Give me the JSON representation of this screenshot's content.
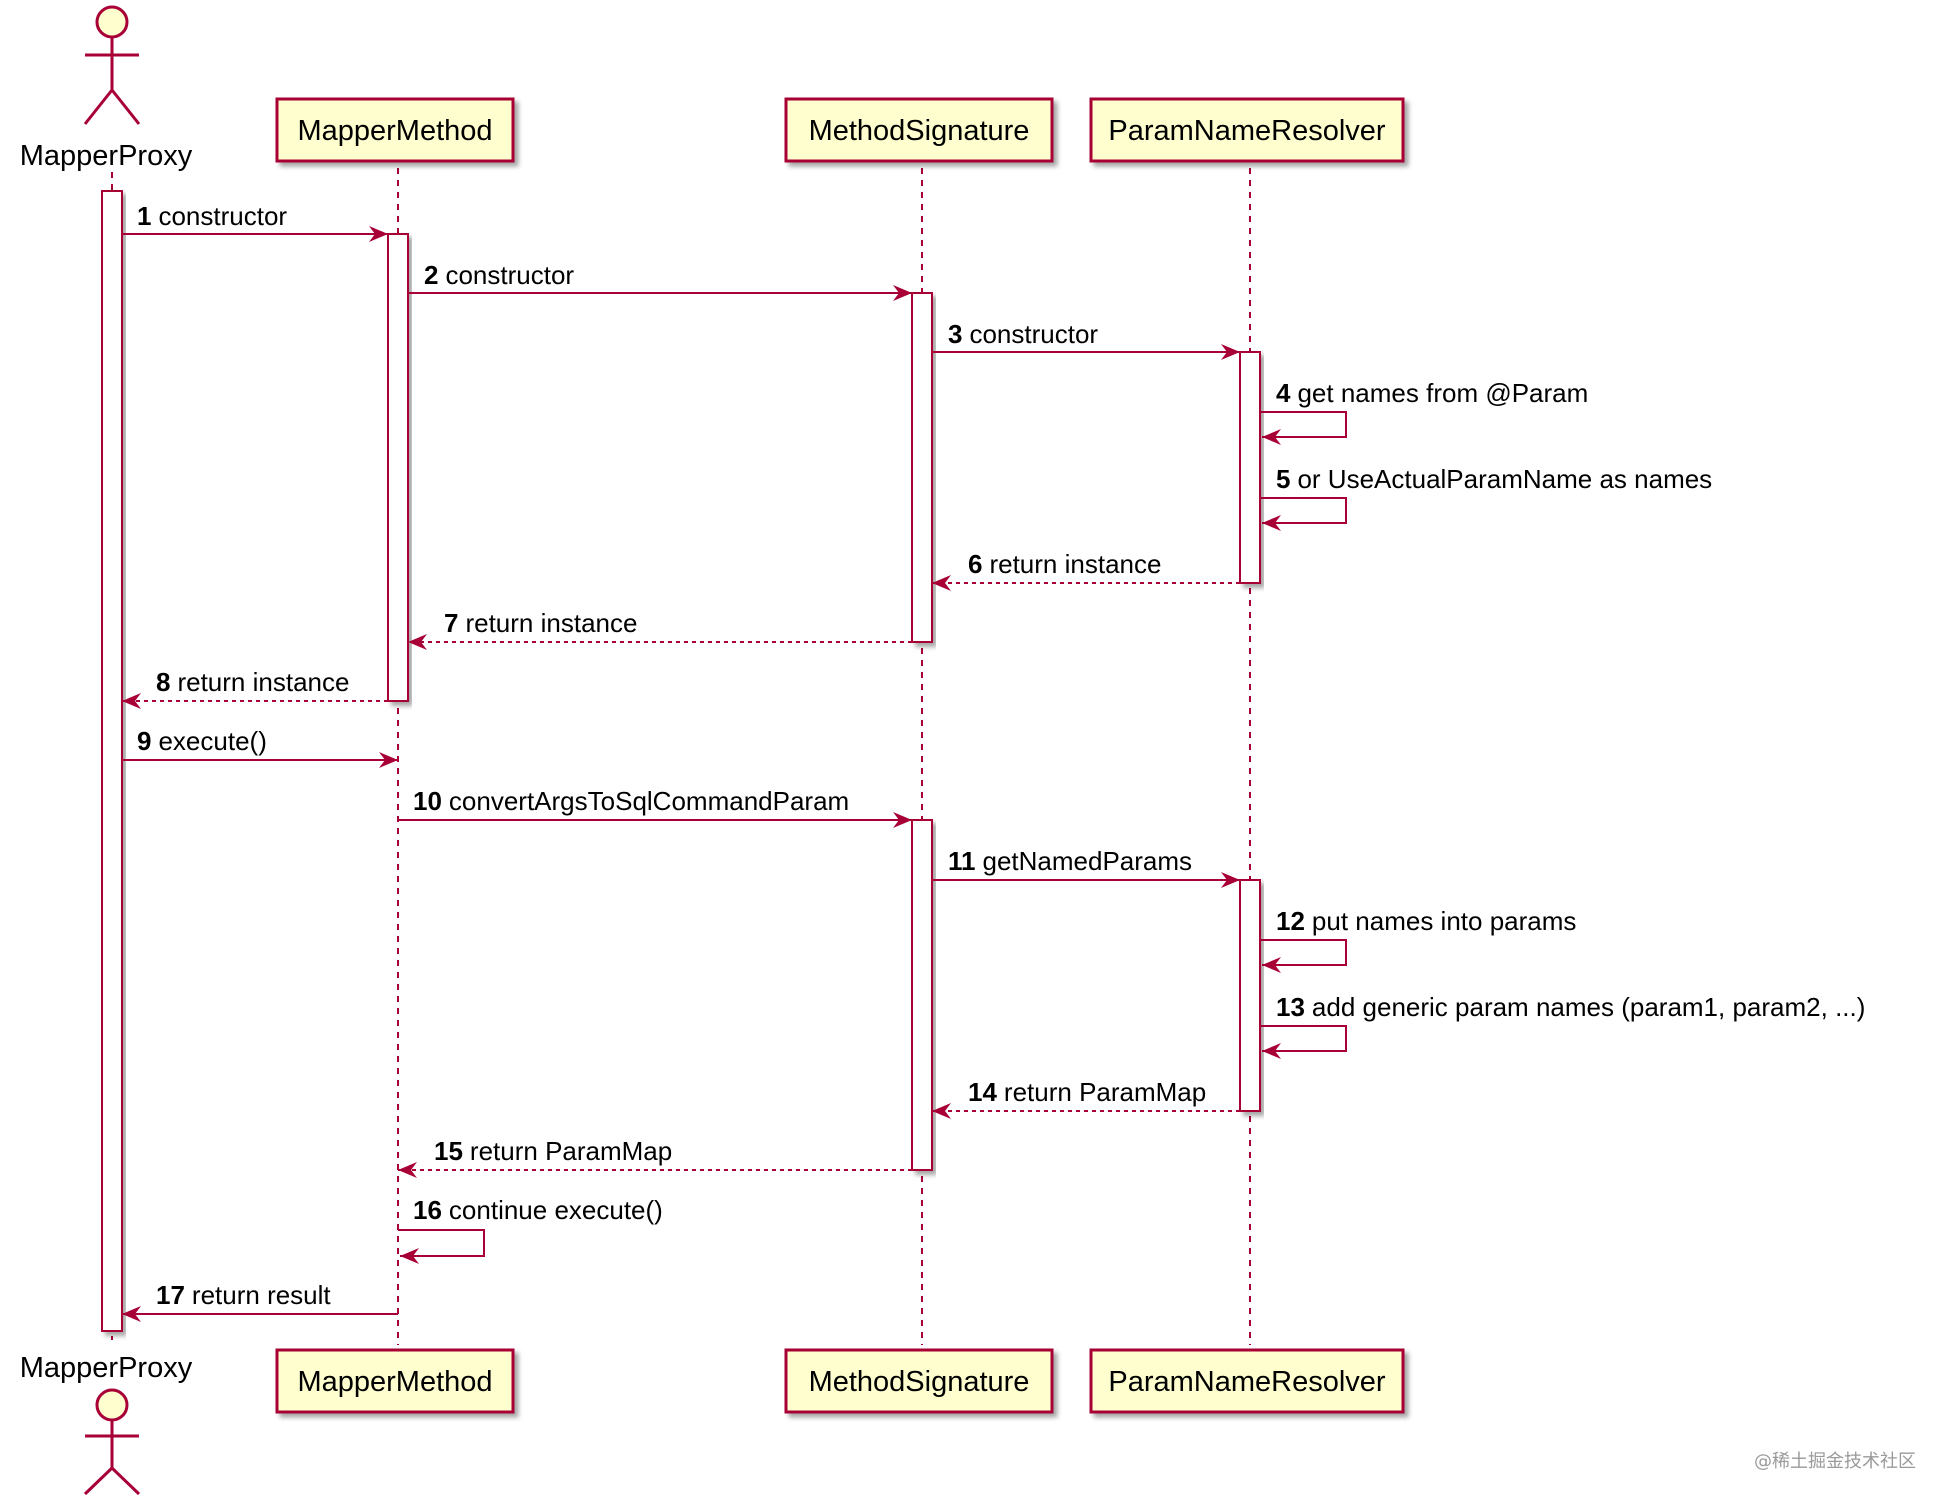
{
  "colors": {
    "line": "#A80036",
    "box_fill": "#FEFECE",
    "activation_fill": "#FFFFFF",
    "actor_fill": "#FEFECE"
  },
  "participants": [
    {
      "id": "mapperproxy",
      "name": "MapperProxy",
      "kind": "actor"
    },
    {
      "id": "mappermethod",
      "name": "MapperMethod",
      "kind": "box"
    },
    {
      "id": "methodsignature",
      "name": "MethodSignature",
      "kind": "box"
    },
    {
      "id": "paramnameresolver",
      "name": "ParamNameResolver",
      "kind": "box"
    }
  ],
  "messages": [
    {
      "num": "1",
      "text": "constructor",
      "from": "mapperproxy",
      "to": "mappermethod",
      "style": "solid"
    },
    {
      "num": "2",
      "text": "constructor",
      "from": "mappermethod",
      "to": "methodsignature",
      "style": "solid"
    },
    {
      "num": "3",
      "text": "constructor",
      "from": "methodsignature",
      "to": "paramnameresolver",
      "style": "solid"
    },
    {
      "num": "4",
      "text": "get names from @Param",
      "from": "paramnameresolver",
      "to": "paramnameresolver",
      "style": "self"
    },
    {
      "num": "5",
      "text": "or UseActualParamName as names",
      "from": "paramnameresolver",
      "to": "paramnameresolver",
      "style": "self"
    },
    {
      "num": "6",
      "text": "return instance",
      "from": "paramnameresolver",
      "to": "methodsignature",
      "style": "dashed"
    },
    {
      "num": "7",
      "text": "return instance",
      "from": "methodsignature",
      "to": "mappermethod",
      "style": "dashed"
    },
    {
      "num": "8",
      "text": "return instance",
      "from": "mappermethod",
      "to": "mapperproxy",
      "style": "dashed"
    },
    {
      "num": "9",
      "text": "execute()",
      "from": "mapperproxy",
      "to": "mappermethod",
      "style": "solid"
    },
    {
      "num": "10",
      "text": "convertArgsToSqlCommandParam",
      "from": "mappermethod",
      "to": "methodsignature",
      "style": "solid"
    },
    {
      "num": "11",
      "text": "getNamedParams",
      "from": "methodsignature",
      "to": "paramnameresolver",
      "style": "solid"
    },
    {
      "num": "12",
      "text": "put names into params",
      "from": "paramnameresolver",
      "to": "paramnameresolver",
      "style": "self"
    },
    {
      "num": "13",
      "text": "add generic param names (param1, param2, ...)",
      "from": "paramnameresolver",
      "to": "paramnameresolver",
      "style": "self"
    },
    {
      "num": "14",
      "text": "return ParamMap",
      "from": "paramnameresolver",
      "to": "methodsignature",
      "style": "dashed"
    },
    {
      "num": "15",
      "text": "return ParamMap",
      "from": "methodsignature",
      "to": "mappermethod",
      "style": "dashed"
    },
    {
      "num": "16",
      "text": "continue execute()",
      "from": "mappermethod",
      "to": "mappermethod",
      "style": "self"
    },
    {
      "num": "17",
      "text": "return result",
      "from": "mappermethod",
      "to": "mapperproxy",
      "style": "solid"
    }
  ],
  "watermark": "@稀土掘金技术社区"
}
